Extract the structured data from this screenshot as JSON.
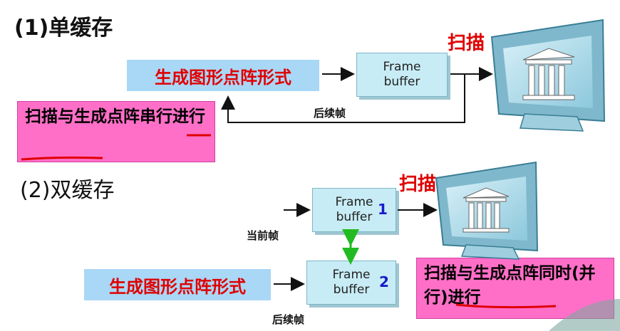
{
  "section1": {
    "heading": "(1)单缓存",
    "generate_box": "生成图形点阵形式",
    "frame_buffer_line1": "Frame",
    "frame_buffer_line2": "buffer",
    "scan_label": "扫描",
    "next_frame_label": "后续帧",
    "note": "扫描与生成点阵串行进行"
  },
  "section2": {
    "heading": "(2)双缓存",
    "scan_label": "扫描",
    "current_frame_label": "当前帧",
    "buffer1_line1": "Frame",
    "buffer1_line2": "buffer",
    "buffer1_number": "1",
    "buffer2_line1": "Frame",
    "buffer2_line2": "buffer",
    "buffer2_number": "2",
    "generate_box": "生成图形点阵形式",
    "next_frame_label": "后续帧",
    "note": "扫描与生成点阵同时(并行)进行"
  },
  "colors": {
    "red": "#e00000",
    "blue_box": "#a9d7f6",
    "pink_box": "#ff6fc8",
    "buffer_box": "#c7ecf5",
    "green_arrow": "#22bb22"
  },
  "icons": [
    "monitor-icon",
    "building-icon"
  ]
}
